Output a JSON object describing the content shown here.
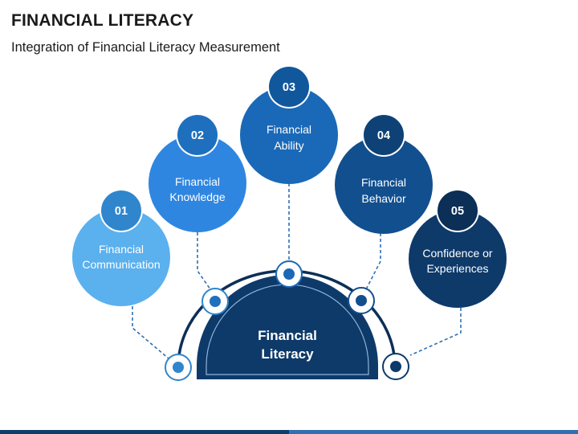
{
  "header": {
    "title": "FINANCIAL LITERACY",
    "subtitle": "Integration of Financial Literacy Measurement"
  },
  "center": {
    "line1": "Financial",
    "line2": "Literacy"
  },
  "nodes": [
    {
      "number": "01",
      "line1": "Financial",
      "line2": "Communication",
      "fill": "#5bb0ee",
      "badge": "#2f86cc"
    },
    {
      "number": "02",
      "line1": "Financial",
      "line2": "Knowledge",
      "fill": "#2f86e0",
      "badge": "#1f6fbf"
    },
    {
      "number": "03",
      "line1": "Financial",
      "line2": "Ability",
      "fill": "#1a69b8",
      "badge": "#11579c"
    },
    {
      "number": "04",
      "line1": "Financial",
      "line2": "Behavior",
      "fill": "#124f8f",
      "badge": "#0e4277"
    },
    {
      "number": "05",
      "line1": "Confidence or",
      "line2": "Experiences",
      "fill": "#0e3a6a",
      "badge": "#0b2f57"
    }
  ],
  "colors": {
    "arc": "#0b2f57",
    "dome": "#0e3a6a",
    "connector": "#2f6fb3",
    "ring": "#2f86cc"
  }
}
